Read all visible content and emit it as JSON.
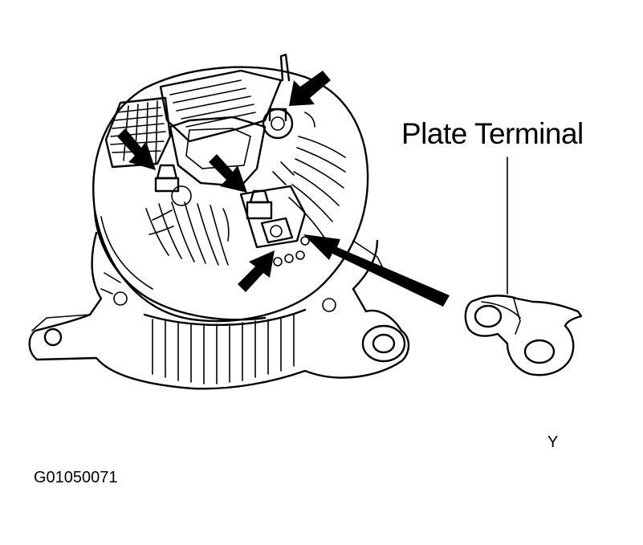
{
  "figure": {
    "callout_label": "Plate Terminal",
    "figure_code": "G01050071",
    "view_mark": "Y"
  },
  "icons": {
    "alternator": "alternator-drawing",
    "plate_terminal": "plate-terminal-drawing",
    "pointer_arrow": "arrow-icon"
  },
  "colors": {
    "ink": "#000000",
    "paper": "#ffffff"
  }
}
